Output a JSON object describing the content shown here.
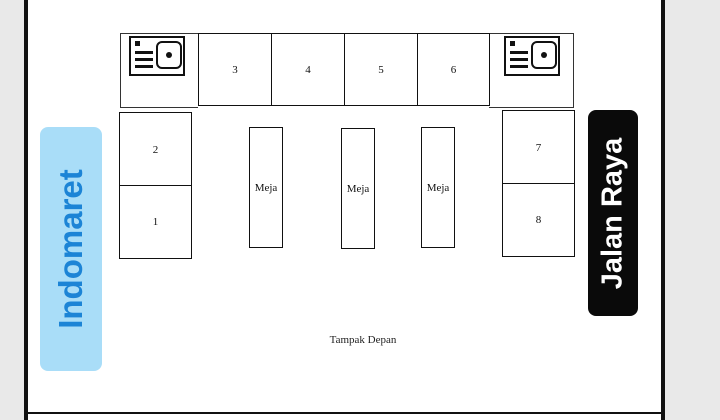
{
  "diagram": {
    "stalls": [
      "1",
      "2",
      "3",
      "4",
      "5",
      "6",
      "7",
      "8"
    ],
    "tables": [
      "Meja",
      "Meja",
      "Meja"
    ],
    "caption": "Tampak Depan",
    "icons": [
      "sink-icon",
      "sink-icon"
    ]
  },
  "labels": {
    "left": "Indomaret",
    "right": "Jalan Raya"
  },
  "colors": {
    "left_bg": "#a9ddf8",
    "left_text": "#1c84d6",
    "right_bg": "#0a0a0a",
    "right_text": "#ffffff"
  }
}
